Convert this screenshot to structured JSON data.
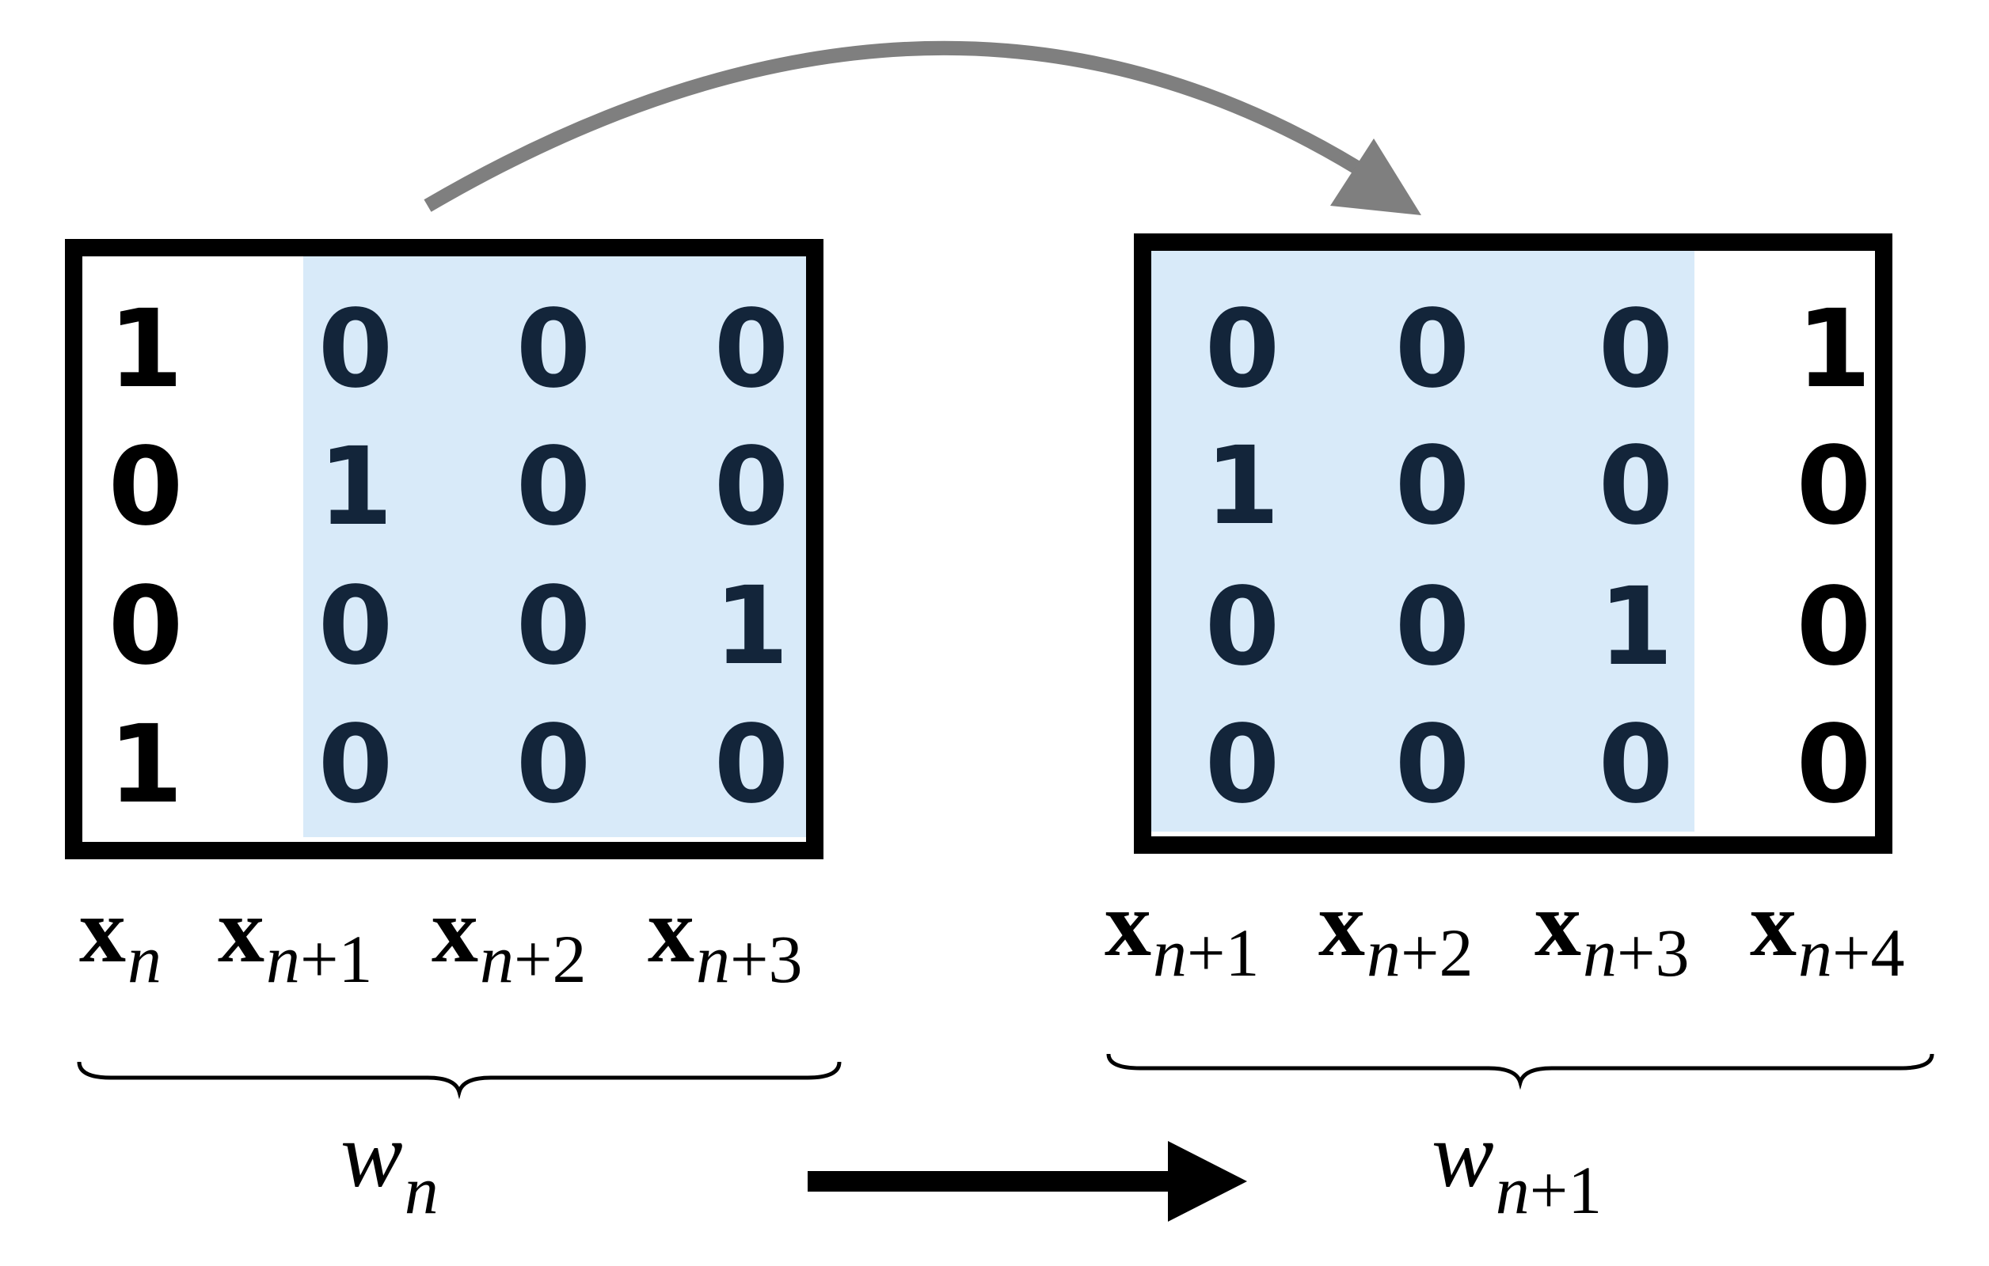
{
  "colors": {
    "highlight": "#d8eaf9",
    "digit_dark": "#13253a",
    "digit_black": "#000000",
    "curve_arrow": "#7f7f7f",
    "arrow": "#000000"
  },
  "window_left": {
    "rows": [
      [
        "1",
        "0",
        "0",
        "0"
      ],
      [
        "0",
        "1",
        "0",
        "0"
      ],
      [
        "0",
        "0",
        "0",
        "1"
      ],
      [
        "1",
        "0",
        "0",
        "0"
      ]
    ],
    "highlighted_columns": [
      1,
      2,
      3
    ],
    "columns": [
      {
        "symbol": "x",
        "sub": "n",
        "op": "",
        "num": ""
      },
      {
        "symbol": "x",
        "sub": "n",
        "op": "+",
        "num": "1"
      },
      {
        "symbol": "x",
        "sub": "n",
        "op": "+",
        "num": "2"
      },
      {
        "symbol": "x",
        "sub": "n",
        "op": "+",
        "num": "3"
      }
    ],
    "window_label": {
      "symbol": "w",
      "sub": "n",
      "op": "",
      "num": ""
    }
  },
  "window_right": {
    "rows": [
      [
        "0",
        "0",
        "0",
        "1"
      ],
      [
        "1",
        "0",
        "0",
        "0"
      ],
      [
        "0",
        "0",
        "1",
        "0"
      ],
      [
        "0",
        "0",
        "0",
        "0"
      ]
    ],
    "highlighted_columns": [
      0,
      1,
      2
    ],
    "columns": [
      {
        "symbol": "x",
        "sub": "n",
        "op": "+",
        "num": "1"
      },
      {
        "symbol": "x",
        "sub": "n",
        "op": "+",
        "num": "2"
      },
      {
        "symbol": "x",
        "sub": "n",
        "op": "+",
        "num": "3"
      },
      {
        "symbol": "x",
        "sub": "n",
        "op": "+",
        "num": "4"
      }
    ],
    "window_label": {
      "symbol": "w",
      "sub": "n",
      "op": "+",
      "num": "1"
    }
  }
}
